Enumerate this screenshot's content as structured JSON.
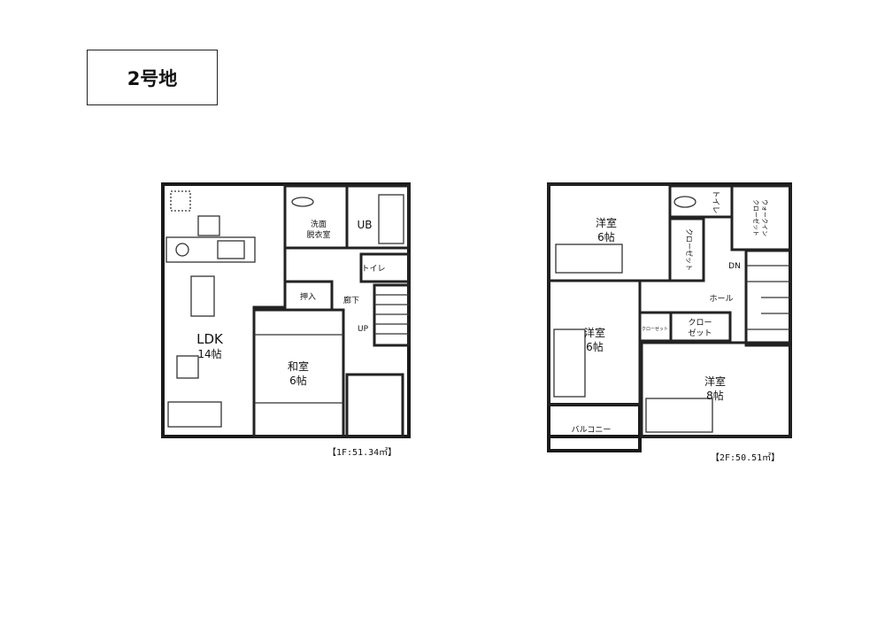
{
  "lot_label": "2号地",
  "floor1": {
    "area_label": "【1F:51.34㎡】",
    "rooms": {
      "ldk": "LDK",
      "ldk_size": "14帖",
      "washitsu": "和室",
      "washitsu_size": "6帖",
      "senmen": "洗面",
      "datsuishitsu": "脱衣室",
      "ub": "UB",
      "toilet": "トイレ",
      "oshiire": "押入",
      "rouka": "廊下",
      "up": "UP"
    }
  },
  "floor2": {
    "area_label": "【2F:50.51㎡】",
    "rooms": {
      "youshitsu_a": "洋室",
      "youshitsu_a_size": "6帖",
      "youshitsu_b": "洋室",
      "youshitsu_b_size": "6帖",
      "youshitsu_c": "洋室",
      "youshitsu_c_size": "8帖",
      "toilet": "トイレ",
      "wic_1": "ウォークイン",
      "wic_2": "クローゼット",
      "closet_a": "クローゼット",
      "closet_small": "クローゼット",
      "closet_b_1": "クロー",
      "closet_b_2": "ゼット",
      "dn": "DN",
      "hall": "ホール",
      "balcony": "バルコニー"
    }
  }
}
